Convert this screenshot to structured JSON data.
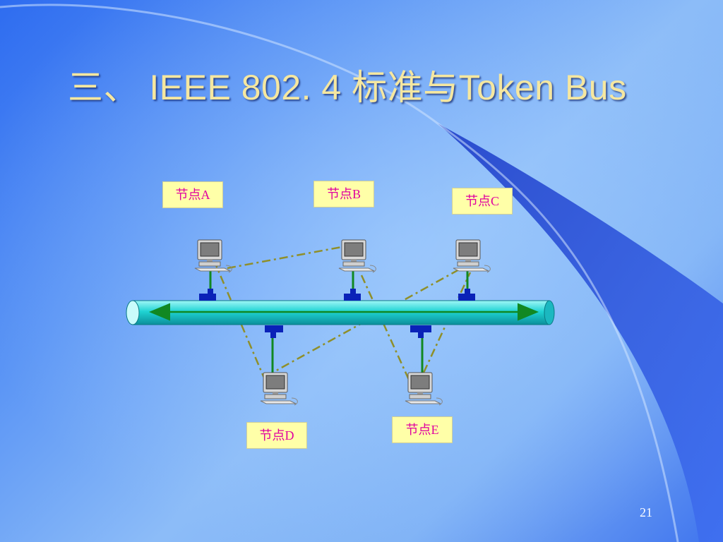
{
  "slide": {
    "title": "三、 IEEE 802. 4 标准与Token Bus",
    "page_number": "21"
  },
  "nodes": [
    {
      "id": "A",
      "label": "节点A",
      "side": "top"
    },
    {
      "id": "B",
      "label": "节点B",
      "side": "top"
    },
    {
      "id": "C",
      "label": "节点C",
      "side": "top"
    },
    {
      "id": "D",
      "label": "节点D",
      "side": "bottom"
    },
    {
      "id": "E",
      "label": "节点E",
      "side": "bottom"
    }
  ],
  "logical_ring": [
    "A",
    "B",
    "E",
    "C",
    "D",
    "A"
  ],
  "colors": {
    "title": "#f5e7a0",
    "label_text": "#e000a0",
    "label_bg": "#ffffa8",
    "bus": "#1fd3d3",
    "bus_arrow": "#118822",
    "tap": "#0a22b8",
    "drop_line": "#118822",
    "token_path": "#8f8f2a"
  },
  "icons": {
    "computer": "computer-icon",
    "tap": "t-connector-icon"
  }
}
